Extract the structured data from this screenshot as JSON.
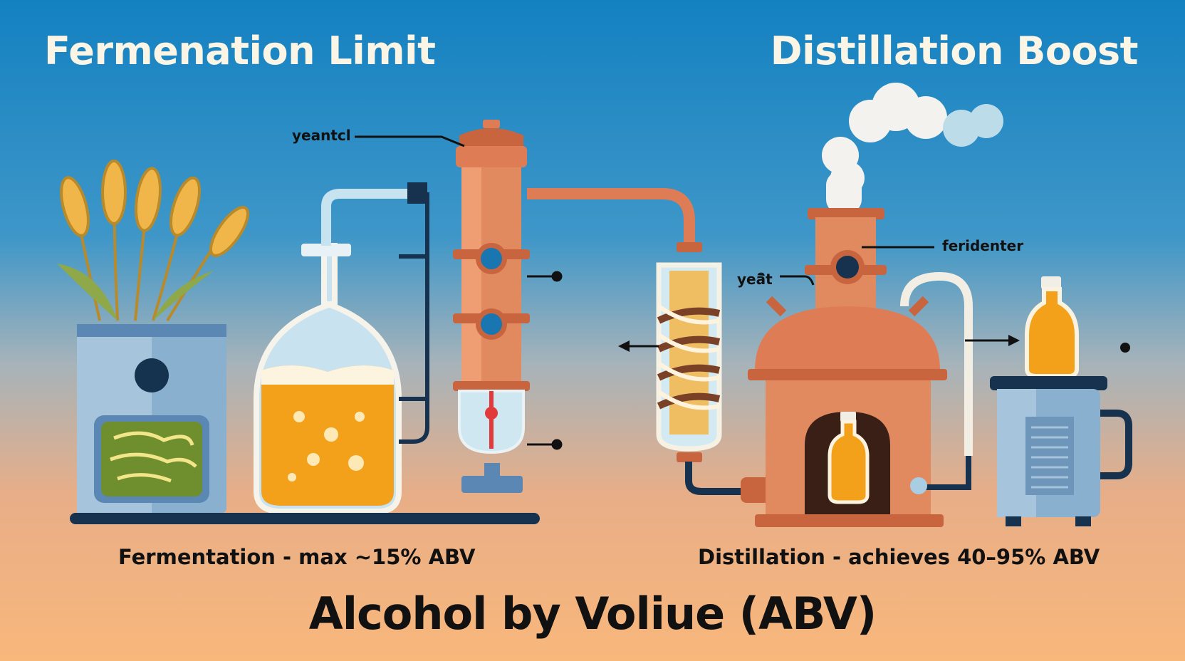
{
  "left_title": "Fermenation Limit",
  "right_title": "Distillation Boost",
  "left_caption": "Fermentation - max ~15% ABV",
  "right_caption": "Distillation - achieves 40–95% ABV",
  "main_title": "Alcohol by Voliue (ABV)",
  "labels": {
    "yeast_top": "yeantcl",
    "fermenter": "feridenter",
    "yeast_right": "yeaิt"
  },
  "colors": {
    "sky": "#1a86c4",
    "ground": "#f6b47a",
    "copper": "#de7d55",
    "beer": "#f3a11a",
    "navy": "#16324f"
  }
}
